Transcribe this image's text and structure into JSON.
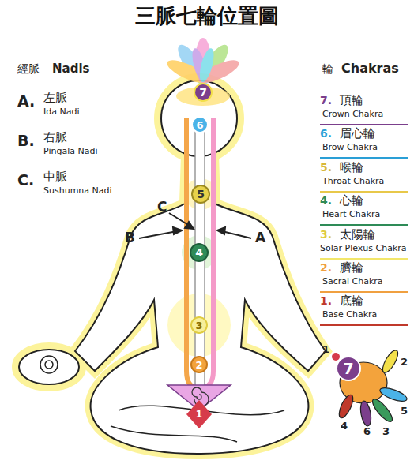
{
  "diagram": {
    "title": "三脈七輪位置圖",
    "nodes": [
      {
        "text": [
          "7"
        ]
      },
      {
        "text": [
          "6"
        ]
      },
      {
        "text": [
          "5"
        ]
      },
      {
        "text": [
          "4"
        ]
      },
      {
        "text": [
          "3"
        ]
      },
      {
        "text": [
          "2"
        ]
      },
      {
        "text": [
          "1"
        ]
      },
      {
        "text": [
          "7"
        ]
      }
    ],
    "labels": [
      "經脈",
      "Nadis",
      "A.",
      "左脈",
      "Ida Nadi",
      "B.",
      "右脈",
      "Pingala Nadi",
      "C.",
      "中脈",
      "Sushumna Nadi",
      "輪",
      "Chakras",
      "7.",
      "頂輪",
      "Crown Chakra",
      "6.",
      "眉心輪",
      "Brow Chakra",
      "5.",
      "喉輪",
      "Throat Chakra",
      "4.",
      "心輪",
      "Heart Chakra",
      "3.",
      "太陽輪",
      "Solar Plexus Chakra",
      "2.",
      "臍輪",
      "Sacral Chakra",
      "1.",
      "底輪",
      "Base Chakra",
      "C",
      "B",
      "A",
      "1",
      "2",
      "5",
      "3",
      "6",
      "4"
    ]
  }
}
